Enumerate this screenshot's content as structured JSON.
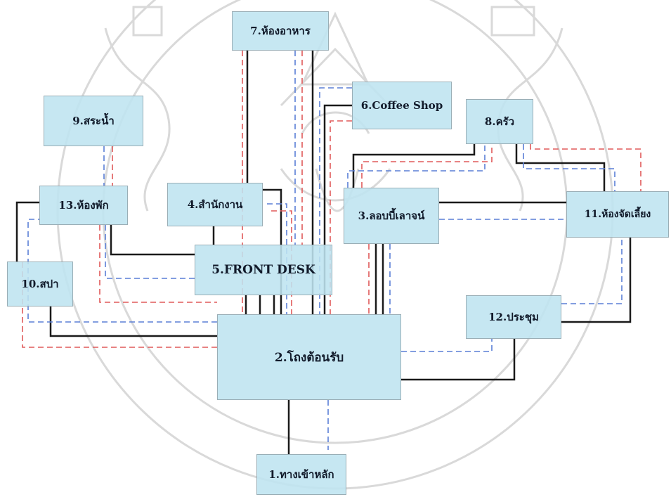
{
  "diagram": {
    "rooms": {
      "r1": "1.ทางเข้าหลัก",
      "r2": "2.โถงต้อนรับ",
      "r3": "3.ลอบบี้เลาจน์",
      "r4": "4.สำนักงาน",
      "r5": "5.FRONT DESK",
      "r6": "6.Coffee Shop",
      "r7": "7.ห้องอาหาร",
      "r8": "8.ครัว",
      "r9": "9.สระน้ำ",
      "r10": "10.สปา",
      "r11": "11.ห้องจัดเลี้ยง",
      "r12": "12.ประชุม",
      "r13": "13.ห้องพัก"
    },
    "connection_colors": {
      "solid": "#1a1a1a",
      "blue_dashed": "#5a7fd6",
      "red_dashed": "#e05a5a"
    },
    "box_color": "#bfe4f0",
    "watermark_color": "#d8d8d8"
  }
}
